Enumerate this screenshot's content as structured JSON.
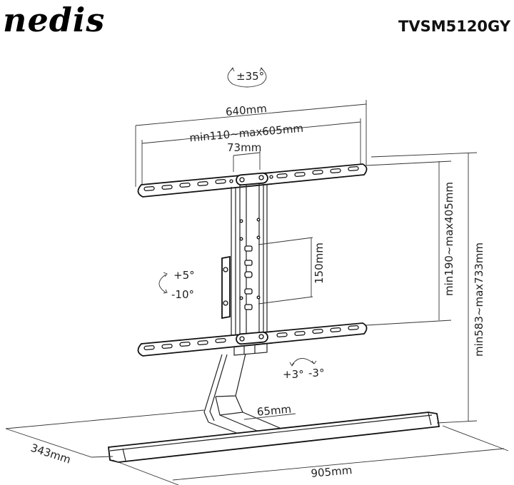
{
  "header": {
    "brand": "nedis",
    "model": "TVSM5120GY"
  },
  "annotations": {
    "swivel": "±35°",
    "tilt_up": "+5°",
    "tilt_down": "-10°",
    "level_plus": "+3°",
    "level_minus": "-3°"
  },
  "dimensions": {
    "bracket_width": "640mm",
    "vesa_horizontal": "min110~max605mm",
    "center_plate": "73mm",
    "vesa_vertical_step": "150mm",
    "bracket_height_range": "min190~max405mm",
    "total_height_range": "min583~max733mm",
    "column_depth": "65mm",
    "base_depth": "343mm",
    "base_width": "905mm"
  }
}
